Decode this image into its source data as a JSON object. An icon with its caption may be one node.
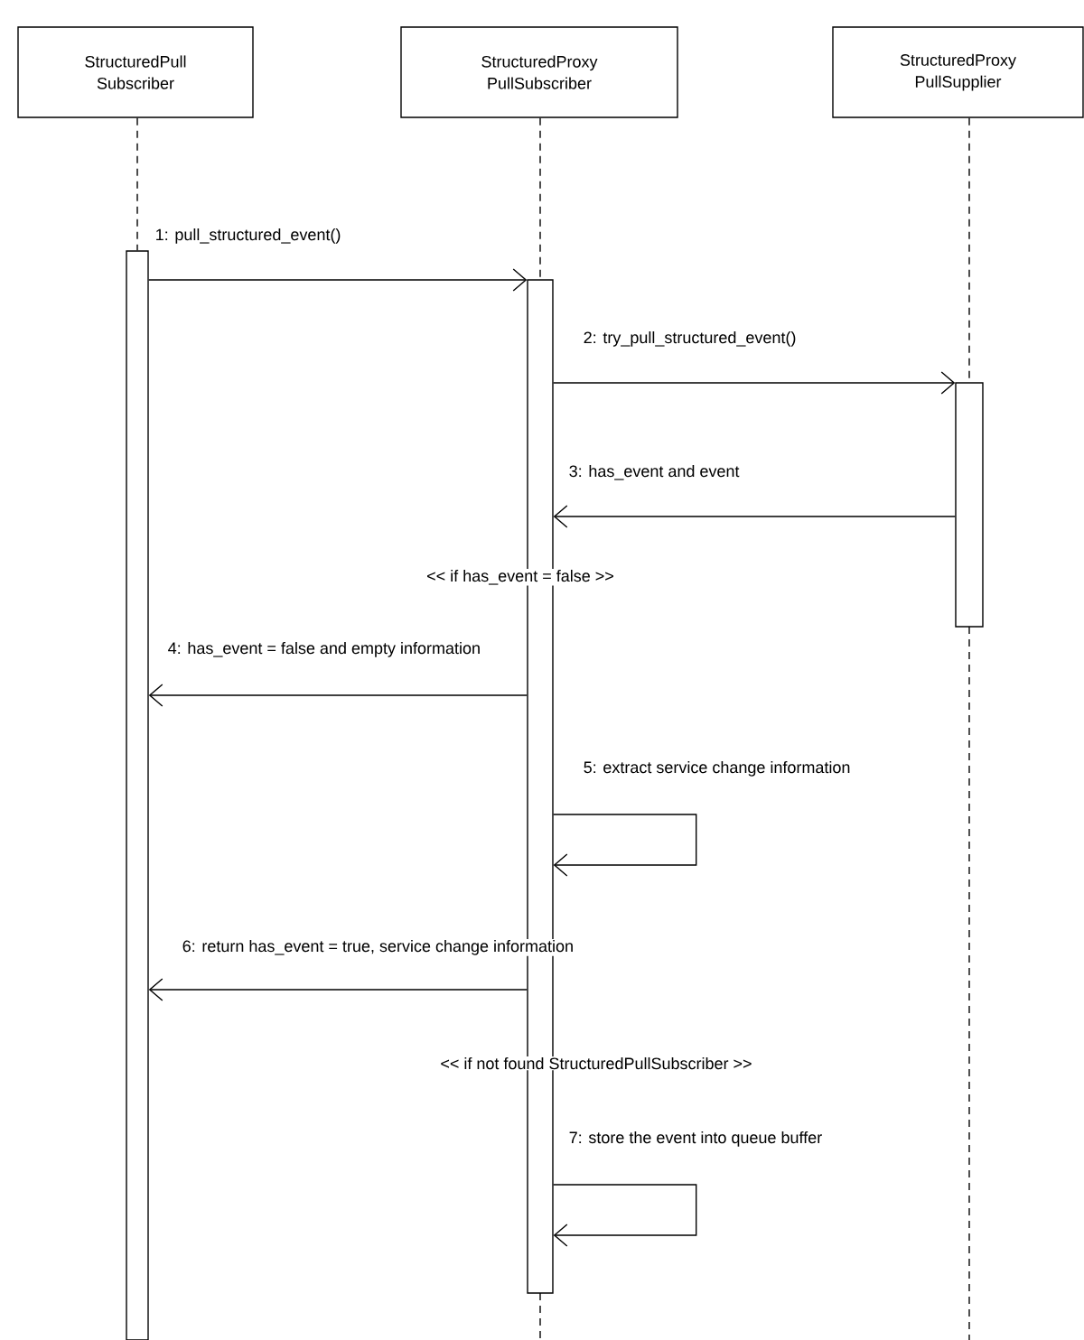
{
  "diagram": {
    "nodes": [
      {
        "text": [
          "StructuredPull Subscriber"
        ]
      },
      {
        "text": [
          "StructuredProxy PullSubscriber"
        ]
      },
      {
        "text": [
          "StructuredProxy PullSupplier"
        ]
      },
      {
        "text": [],
        "shape": "bar"
      },
      {
        "text": [],
        "shape": "bar"
      },
      {
        "text": [],
        "shape": "bar"
      }
    ],
    "edges": [
      {
        "from": 3,
        "to": 4,
        "arrow": "to",
        "label": "1: pull_structured_event()"
      },
      {
        "from": 4,
        "to": 5,
        "arrow": "to",
        "label": "2: try_pull_structured_event()"
      },
      {
        "from": 5,
        "to": 4,
        "arrow": "to",
        "label": "3: has_event and event"
      },
      {
        "from": 4,
        "to": 3,
        "arrow": "to",
        "label": "4: has_event = false and empty information"
      },
      {
        "from": 4,
        "to": 4,
        "arrow": "to",
        "label": "5: extract service change information"
      },
      {
        "from": 4,
        "to": 3,
        "arrow": "to",
        "label": "6: return has_event = true, service change information"
      },
      {
        "from": 4,
        "to": 4,
        "arrow": "to",
        "label": "7: store the event into queue buffer"
      },
      {
        "from": 0,
        "to": 3,
        "arrow": "none",
        "style": "dashed"
      },
      {
        "from": 1,
        "to": 4,
        "arrow": "none",
        "style": "dashed"
      },
      {
        "from": 2,
        "to": 5,
        "arrow": "none",
        "style": "dashed"
      }
    ],
    "labels": [
      "<< if has_event = false >>",
      "<< if not found StructuredPullSubscriber >>"
    ]
  }
}
